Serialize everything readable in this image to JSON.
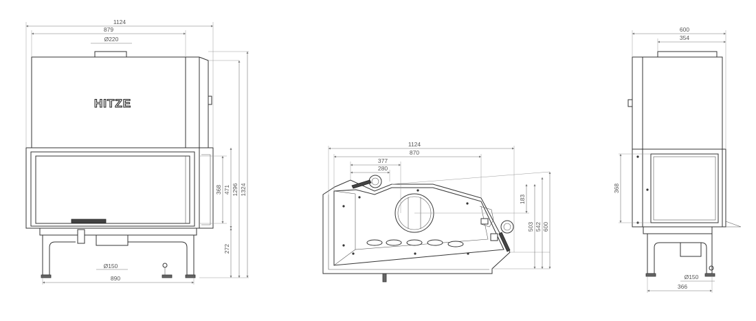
{
  "brand": {
    "logo_text": "HITZE"
  },
  "front_view": {
    "dims": {
      "overall_width": "1124",
      "body_width": "879",
      "flue_diameter": "Ø220",
      "glass_height": "368",
      "door_height": "471",
      "body_height": "1296",
      "overall_height": "1324",
      "base_height": "272",
      "air_inlet_diameter": "Ø150",
      "base_width": "890"
    }
  },
  "top_view": {
    "dims": {
      "overall_width": "1124",
      "width_870": "870",
      "depth_377": "377",
      "depth_280": "280",
      "dim_183": "183",
      "dim_503": "503",
      "dim_542": "542",
      "dim_600": "600"
    }
  },
  "side_view": {
    "dims": {
      "overall_depth": "600",
      "flue_offset": "354",
      "glass_height": "368",
      "air_inlet_diameter": "Ø150",
      "base_depth": "366"
    }
  }
}
